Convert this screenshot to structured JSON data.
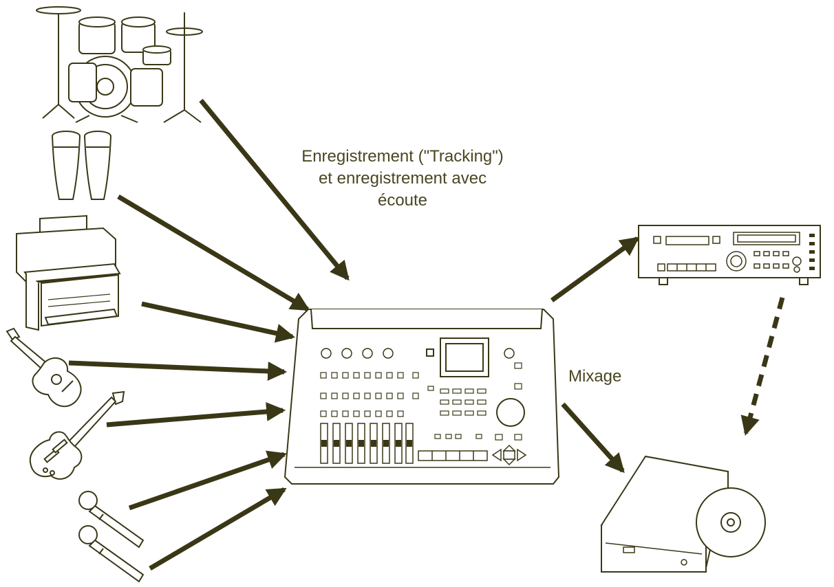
{
  "labels": {
    "tracking_line1": "Enregistrement (\"Tracking\")",
    "tracking_line2": "et enregistrement avec",
    "tracking_line3": "écoute",
    "mix": "Mixage"
  },
  "colors": {
    "ink": "#3a3716",
    "line": "#5b5630",
    "fill": "#ffffff",
    "text": "#4a4621"
  },
  "icons": {
    "drums": "drum-kit-icon",
    "congas": "conga-drums-icon",
    "organ": "organ-icon",
    "acoustic_guitar": "acoustic-guitar-icon",
    "electric_guitar": "electric-guitar-icon",
    "microphone": "microphone-icon",
    "mixer": "multitrack-recorder-icon",
    "master_recorder": "master-recorder-icon",
    "cd_burner": "cd-burner-icon"
  }
}
